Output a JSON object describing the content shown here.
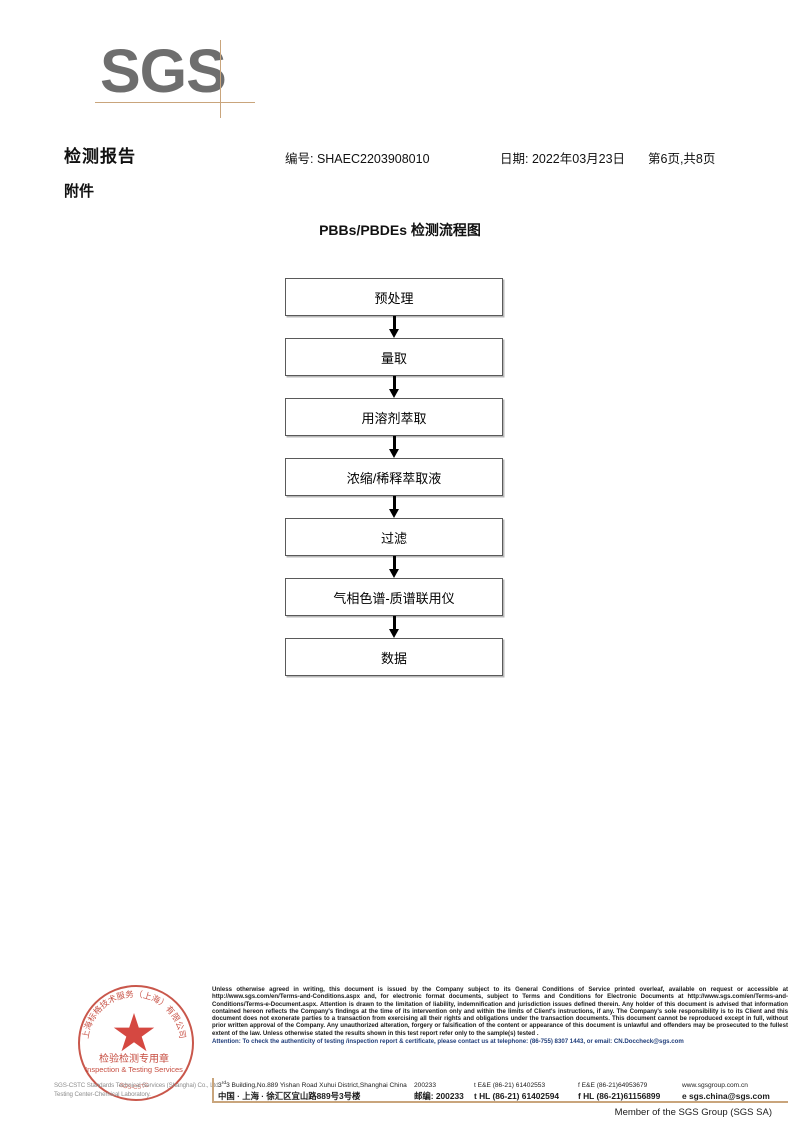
{
  "logo": {
    "text": "SGS"
  },
  "header": {
    "title": "检测报告",
    "subtitle": "附件",
    "report_no_label": "编号: SHAEC2203908010",
    "date_label": "日期: 2022年03月23日",
    "page_label": "第6页,共8页"
  },
  "flowchart": {
    "title": "PBBs/PBDEs 检测流程图",
    "steps": [
      {
        "label": "预处理"
      },
      {
        "label": "量取"
      },
      {
        "label": "用溶剂萃取"
      },
      {
        "label": "浓缩/稀释萃取液"
      },
      {
        "label": "过滤"
      },
      {
        "label": "气相色谱-质谱联用仪"
      },
      {
        "label": "数据"
      }
    ]
  },
  "stamp": {
    "outer_cn": "上海标格技术服务（上海）有限公司",
    "center_cn": "检验检测专用章",
    "center_en": "Inspection & Testing Services",
    "under_line1": "SGS-CSTC Standards Technical Services (Shanghai) Co., Ltd.",
    "under_line2": "Testing Center-Chemical Laboratory.",
    "color": "#c0392b"
  },
  "footer": {
    "legal_text": "Unless otherwise agreed in writing, this document is issued by the Company subject to its General Conditions of Service printed overleaf, available on request or accessible at http://www.sgs.com/en/Terms-and-Conditions.aspx and, for electronic format documents, subject to Terms and Conditions for Electronic Documents at http://www.sgs.com/en/Terms-and-Conditions/Terms-e-Document.aspx. Attention is drawn to the limitation of liability, indemnification and jurisdiction issues defined therein. Any holder of this document is advised that information contained hereon reflects the Company's findings at the time of its intervention only and within the limits of Client's instructions, if any. The Company's sole responsibility is to its Client and this document does not exonerate parties to a transaction from exercising all their rights and obligations under the transaction documents. This document cannot be reproduced except in full, without prior written approval of the Company. Any unauthorized alteration, forgery or falsification of the content or appearance of this document is unlawful and offenders may be prosecuted to the fullest extent of the law. Unless otherwise stated the results shown in this test report refer only to the sample(s) tested .",
    "attention_text": "Attention: To check the authenticity of testing /inspection report & certificate, please contact us at telephone: (86-755) 8307 1443, or email: CN.Doccheck@sgs.com",
    "attention_color": "#1f3d7a",
    "address_en": "3 Building,No.889 Yishan Road Xuhui District,Shanghai China",
    "address_en_sup": "rd",
    "postcode_en": "200233",
    "phone_en_1": "t E&E (86-21) 61402553",
    "phone_en_2": "f E&E (86-21)64953679",
    "web": "www.sgsgroup.com.cn",
    "address_cn": "中国 · 上海 · 徐汇区宜山路889号3号楼",
    "postcode_cn_label": "邮编: 200233",
    "phone_cn_1": "t HL (86-21) 61402594",
    "phone_cn_2": "f HL (86-21)61156899",
    "email": "e sgs.china@sgs.com",
    "member_text": "Member of the SGS Group (SGS SA)",
    "accent_color": "#c9a57c"
  }
}
